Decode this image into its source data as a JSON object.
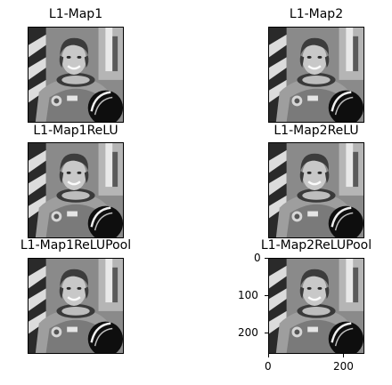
{
  "panels": [
    {
      "title": "L1-Map1"
    },
    {
      "title": "L1-Map2"
    },
    {
      "title": "L1-Map1ReLU"
    },
    {
      "title": "L1-Map2ReLU"
    },
    {
      "title": "L1-Map1ReLUPool"
    },
    {
      "title": "L1-Map2ReLUPool"
    }
  ],
  "axes": {
    "y_ticks": [
      "0",
      "100",
      "200"
    ],
    "x_ticks": [
      "0",
      "200"
    ]
  },
  "image_subject": "grayscale-astronaut-portrait"
}
